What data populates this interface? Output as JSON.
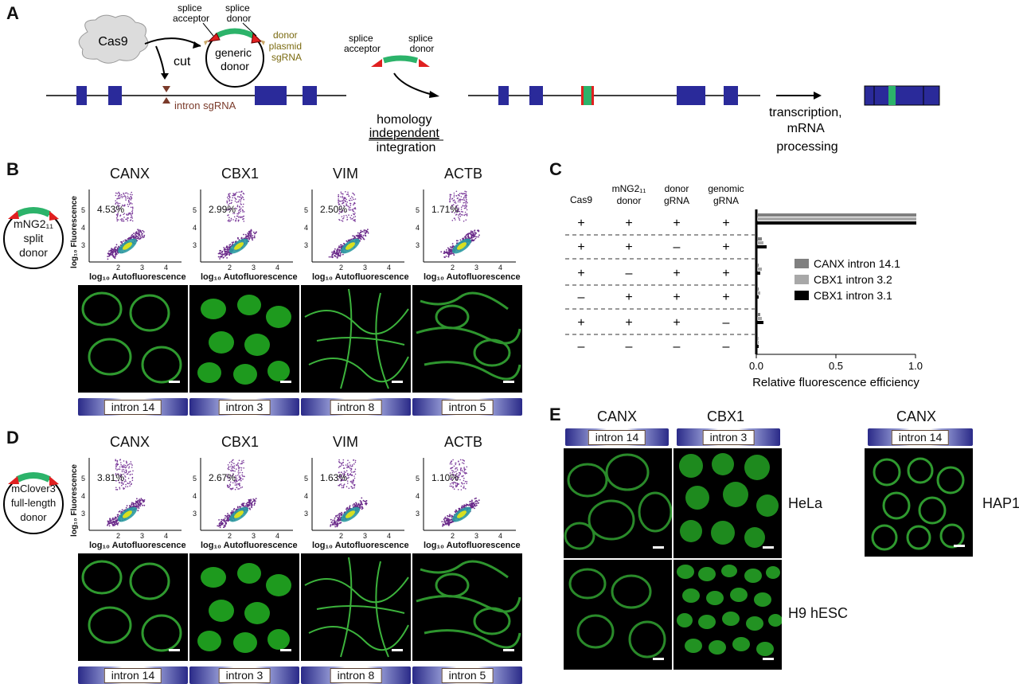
{
  "panel_labels": {
    "a": "A",
    "b": "B",
    "c": "C",
    "d": "D",
    "e": "E"
  },
  "panel_a": {
    "cas9": "Cas9",
    "cut": "cut",
    "generic_donor": [
      "generic",
      "donor"
    ],
    "donor_sa": [
      "splice",
      "acceptor"
    ],
    "donor_sd": [
      "splice",
      "donor"
    ],
    "donor_plasmid_sgrna": [
      "donor",
      "plasmid",
      "sgRNA"
    ],
    "intron_sgrna": "intron sgRNA",
    "hii_sa": [
      "splice",
      "acceptor"
    ],
    "hii_sd": [
      "splice",
      "donor"
    ],
    "homology": "homology",
    "independent": "independent",
    "integration": "integration",
    "transcription": [
      "transcription,",
      "mRNA",
      "processing"
    ]
  },
  "flow": {
    "ylabel": "log₁₀ Fluorescence",
    "xlabel": "log₁₀ Autofluorescence",
    "yticks": [
      "5",
      "4",
      "3"
    ],
    "xticks": [
      "2",
      "3",
      "4"
    ]
  },
  "panel_b": {
    "donor": [
      "mNG2₁₁",
      "split",
      "donor"
    ],
    "genes": [
      "CANX",
      "CBX1",
      "VIM",
      "ACTB"
    ],
    "percents": [
      "4.53%",
      "2.99%",
      "2.50%",
      "1.71%"
    ],
    "introns": [
      "intron 14",
      "intron 3",
      "intron 8",
      "intron 5"
    ]
  },
  "panel_d": {
    "donor": [
      "mClover3",
      "full-length",
      "donor"
    ],
    "genes": [
      "CANX",
      "CBX1",
      "VIM",
      "ACTB"
    ],
    "percents": [
      "3.81%",
      "2.67%",
      "1.63%",
      "1.10%"
    ],
    "introns": [
      "intron 14",
      "intron 3",
      "intron 8",
      "intron 5"
    ]
  },
  "panel_c": {
    "headers": [
      [
        "Cas9"
      ],
      [
        "mNG2₁₁",
        "donor"
      ],
      [
        "donor",
        "gRNA"
      ],
      [
        "genomic",
        "gRNA"
      ]
    ],
    "rows": [
      [
        "+",
        "+",
        "+",
        "+"
      ],
      [
        "+",
        "+",
        "–",
        "+"
      ],
      [
        "+",
        "–",
        "+",
        "+"
      ],
      [
        "–",
        "+",
        "+",
        "+"
      ],
      [
        "+",
        "+",
        "+",
        "–"
      ],
      [
        "–",
        "–",
        "–",
        "–"
      ]
    ]
  },
  "chart_data": {
    "type": "bar",
    "orientation": "horizontal",
    "xlabel": "Relative fluorescence efficiency",
    "xlim": [
      0,
      1.0
    ],
    "xticks": [
      "0.0",
      "0.5",
      "1.0"
    ],
    "categories": [
      "+ + + +",
      "+ + – +",
      "+ – + +",
      "– + + +",
      "+ + + –",
      "– – – –"
    ],
    "series": [
      {
        "name": "CANX intron 14.1",
        "color": "#808080",
        "values": [
          1.0,
          0.03,
          0.01,
          0.01,
          0.02,
          0.005
        ]
      },
      {
        "name": "CBX1 intron 3.2",
        "color": "#a8a8a8",
        "values": [
          1.0,
          0.04,
          0.03,
          0.02,
          0.03,
          0.01
        ]
      },
      {
        "name": "CBX1 intron 3.1",
        "color": "#000000",
        "values": [
          1.0,
          0.06,
          0.02,
          0.01,
          0.04,
          0.01
        ]
      }
    ],
    "legend_position": "right"
  },
  "panel_e": {
    "genes": [
      "CANX",
      "CBX1",
      "CANX"
    ],
    "introns": [
      "intron 14",
      "intron 3",
      "intron 14"
    ],
    "cells": [
      "HeLa",
      "H9 hESC",
      "HAP1"
    ]
  }
}
